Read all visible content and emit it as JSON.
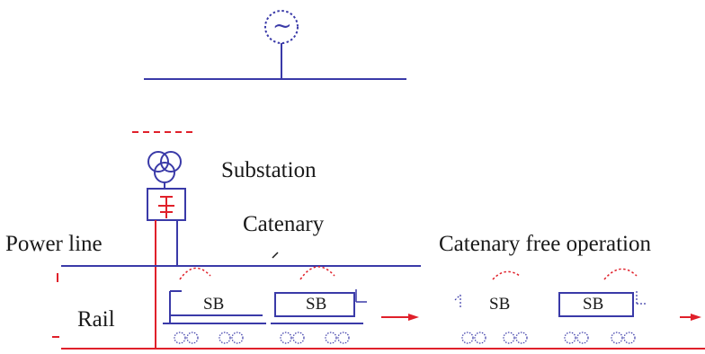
{
  "source": {
    "symbol": "~"
  },
  "labels": {
    "substation": "Substation",
    "catenary": "Catenary",
    "power_line": "Power line",
    "catenary_free": "Catenary free operation",
    "rail": "Rail"
  },
  "trains": [
    {
      "unit": "SB"
    },
    {
      "unit": "SB"
    },
    {
      "unit": "SB"
    },
    {
      "unit": "SB"
    }
  ],
  "colors": {
    "blue": "#3a3aa8",
    "red": "#e0202a",
    "text": "#1a1a1a"
  }
}
